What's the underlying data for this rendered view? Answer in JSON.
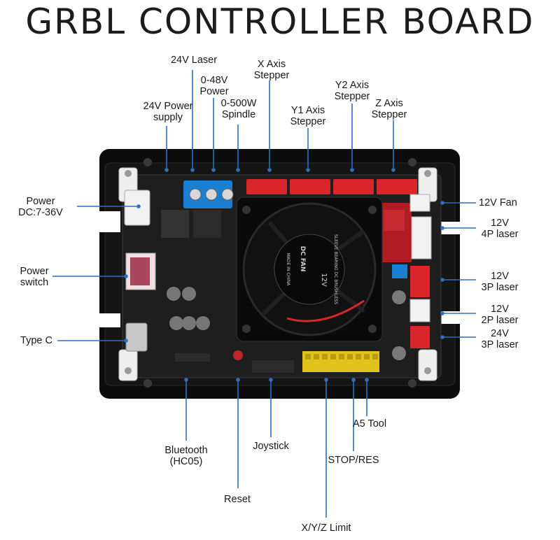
{
  "title": "GRBL CONTROLLER BOARD",
  "accent_color": "#2d6fc0",
  "fan_labels": [
    "SLEEVE BEARING DC BRUSHLESS",
    "DC FAN",
    "12V",
    "MADE IN CHINA"
  ],
  "labels": {
    "laser_24v": [
      "24V Laser"
    ],
    "power_0_48v": [
      "0-48V",
      "Power"
    ],
    "x_axis": [
      "X Axis",
      "Stepper"
    ],
    "y2_axis": [
      "Y2 Axis",
      "Stepper"
    ],
    "z_axis": [
      "Z Axis",
      "Stepper"
    ],
    "power_supply_24v": [
      "24V Power",
      "supply"
    ],
    "spindle": [
      "0-500W",
      "Spindle"
    ],
    "y1_axis": [
      "Y1 Axis",
      "Stepper"
    ],
    "power_dc": [
      "Power",
      "DC:7-36V"
    ],
    "power_switch": [
      "Power",
      "switch"
    ],
    "type_c": [
      "Type C"
    ],
    "fan_12v": [
      "12V Fan"
    ],
    "laser_4p": [
      "12V",
      "4P laser"
    ],
    "laser_3p_12v": [
      "12V",
      "3P laser"
    ],
    "laser_2p": [
      "12V",
      "2P laser"
    ],
    "laser_3p_24v": [
      "24V",
      "3P laser"
    ],
    "bluetooth": [
      "Bluetooth",
      "(HC05)"
    ],
    "joystick": [
      "Joystick"
    ],
    "a5_tool": [
      "A5 Tool"
    ],
    "stop_res": [
      "STOP/RES"
    ],
    "reset": [
      "Reset"
    ],
    "xyz_limit": [
      "X/Y/Z Limit"
    ]
  }
}
